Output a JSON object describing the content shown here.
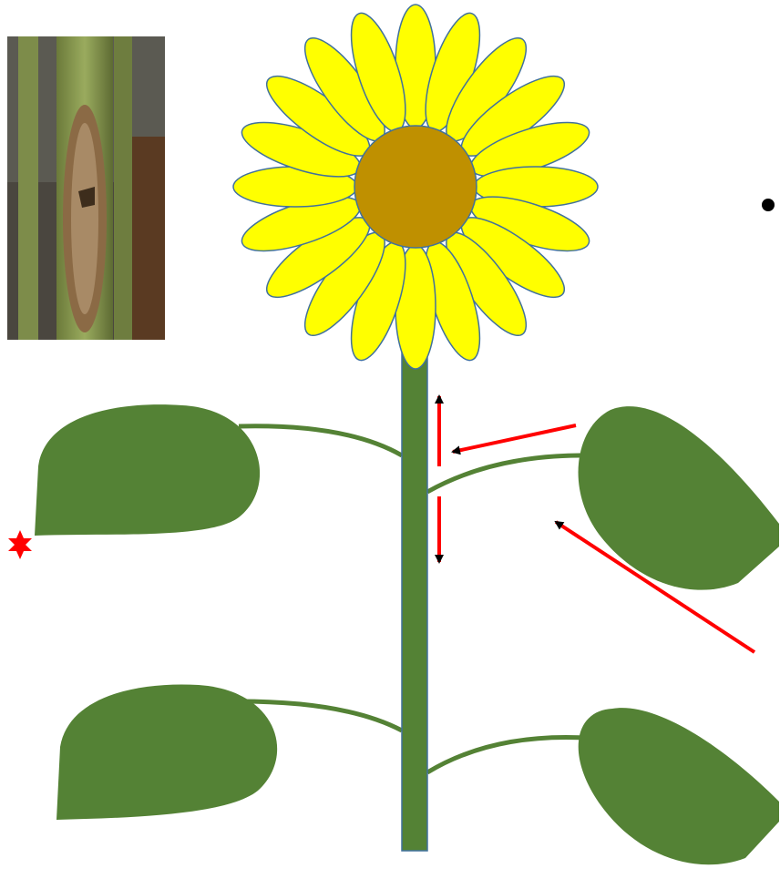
{
  "colors": {
    "background": "#ffffff",
    "stem": "#538135",
    "stem_outline": "#41719c",
    "leaf": "#548235",
    "petal_fill": "#ffff00",
    "petal_outline": "#41719c",
    "disc": "#bf9000",
    "arrow": "#ff0000",
    "lesion_star": "#ff0000",
    "bullet": "#000000"
  },
  "icons": {
    "inset_photo": "stalk-lesion-photo",
    "lesion_marker": "red-star-icon",
    "bullet": "bullet-dot-icon"
  },
  "flower": {
    "petal_count": 20
  },
  "leaves": [
    {
      "id": "upper-left"
    },
    {
      "id": "upper-right"
    },
    {
      "id": "lower-left"
    },
    {
      "id": "lower-right"
    }
  ],
  "arrows": [
    {
      "id": "stem-up",
      "direction": "up"
    },
    {
      "id": "stem-down",
      "direction": "down"
    },
    {
      "id": "petiole-to-stem",
      "direction": "left"
    },
    {
      "id": "leaf-to-petiole",
      "direction": "up-left"
    }
  ]
}
